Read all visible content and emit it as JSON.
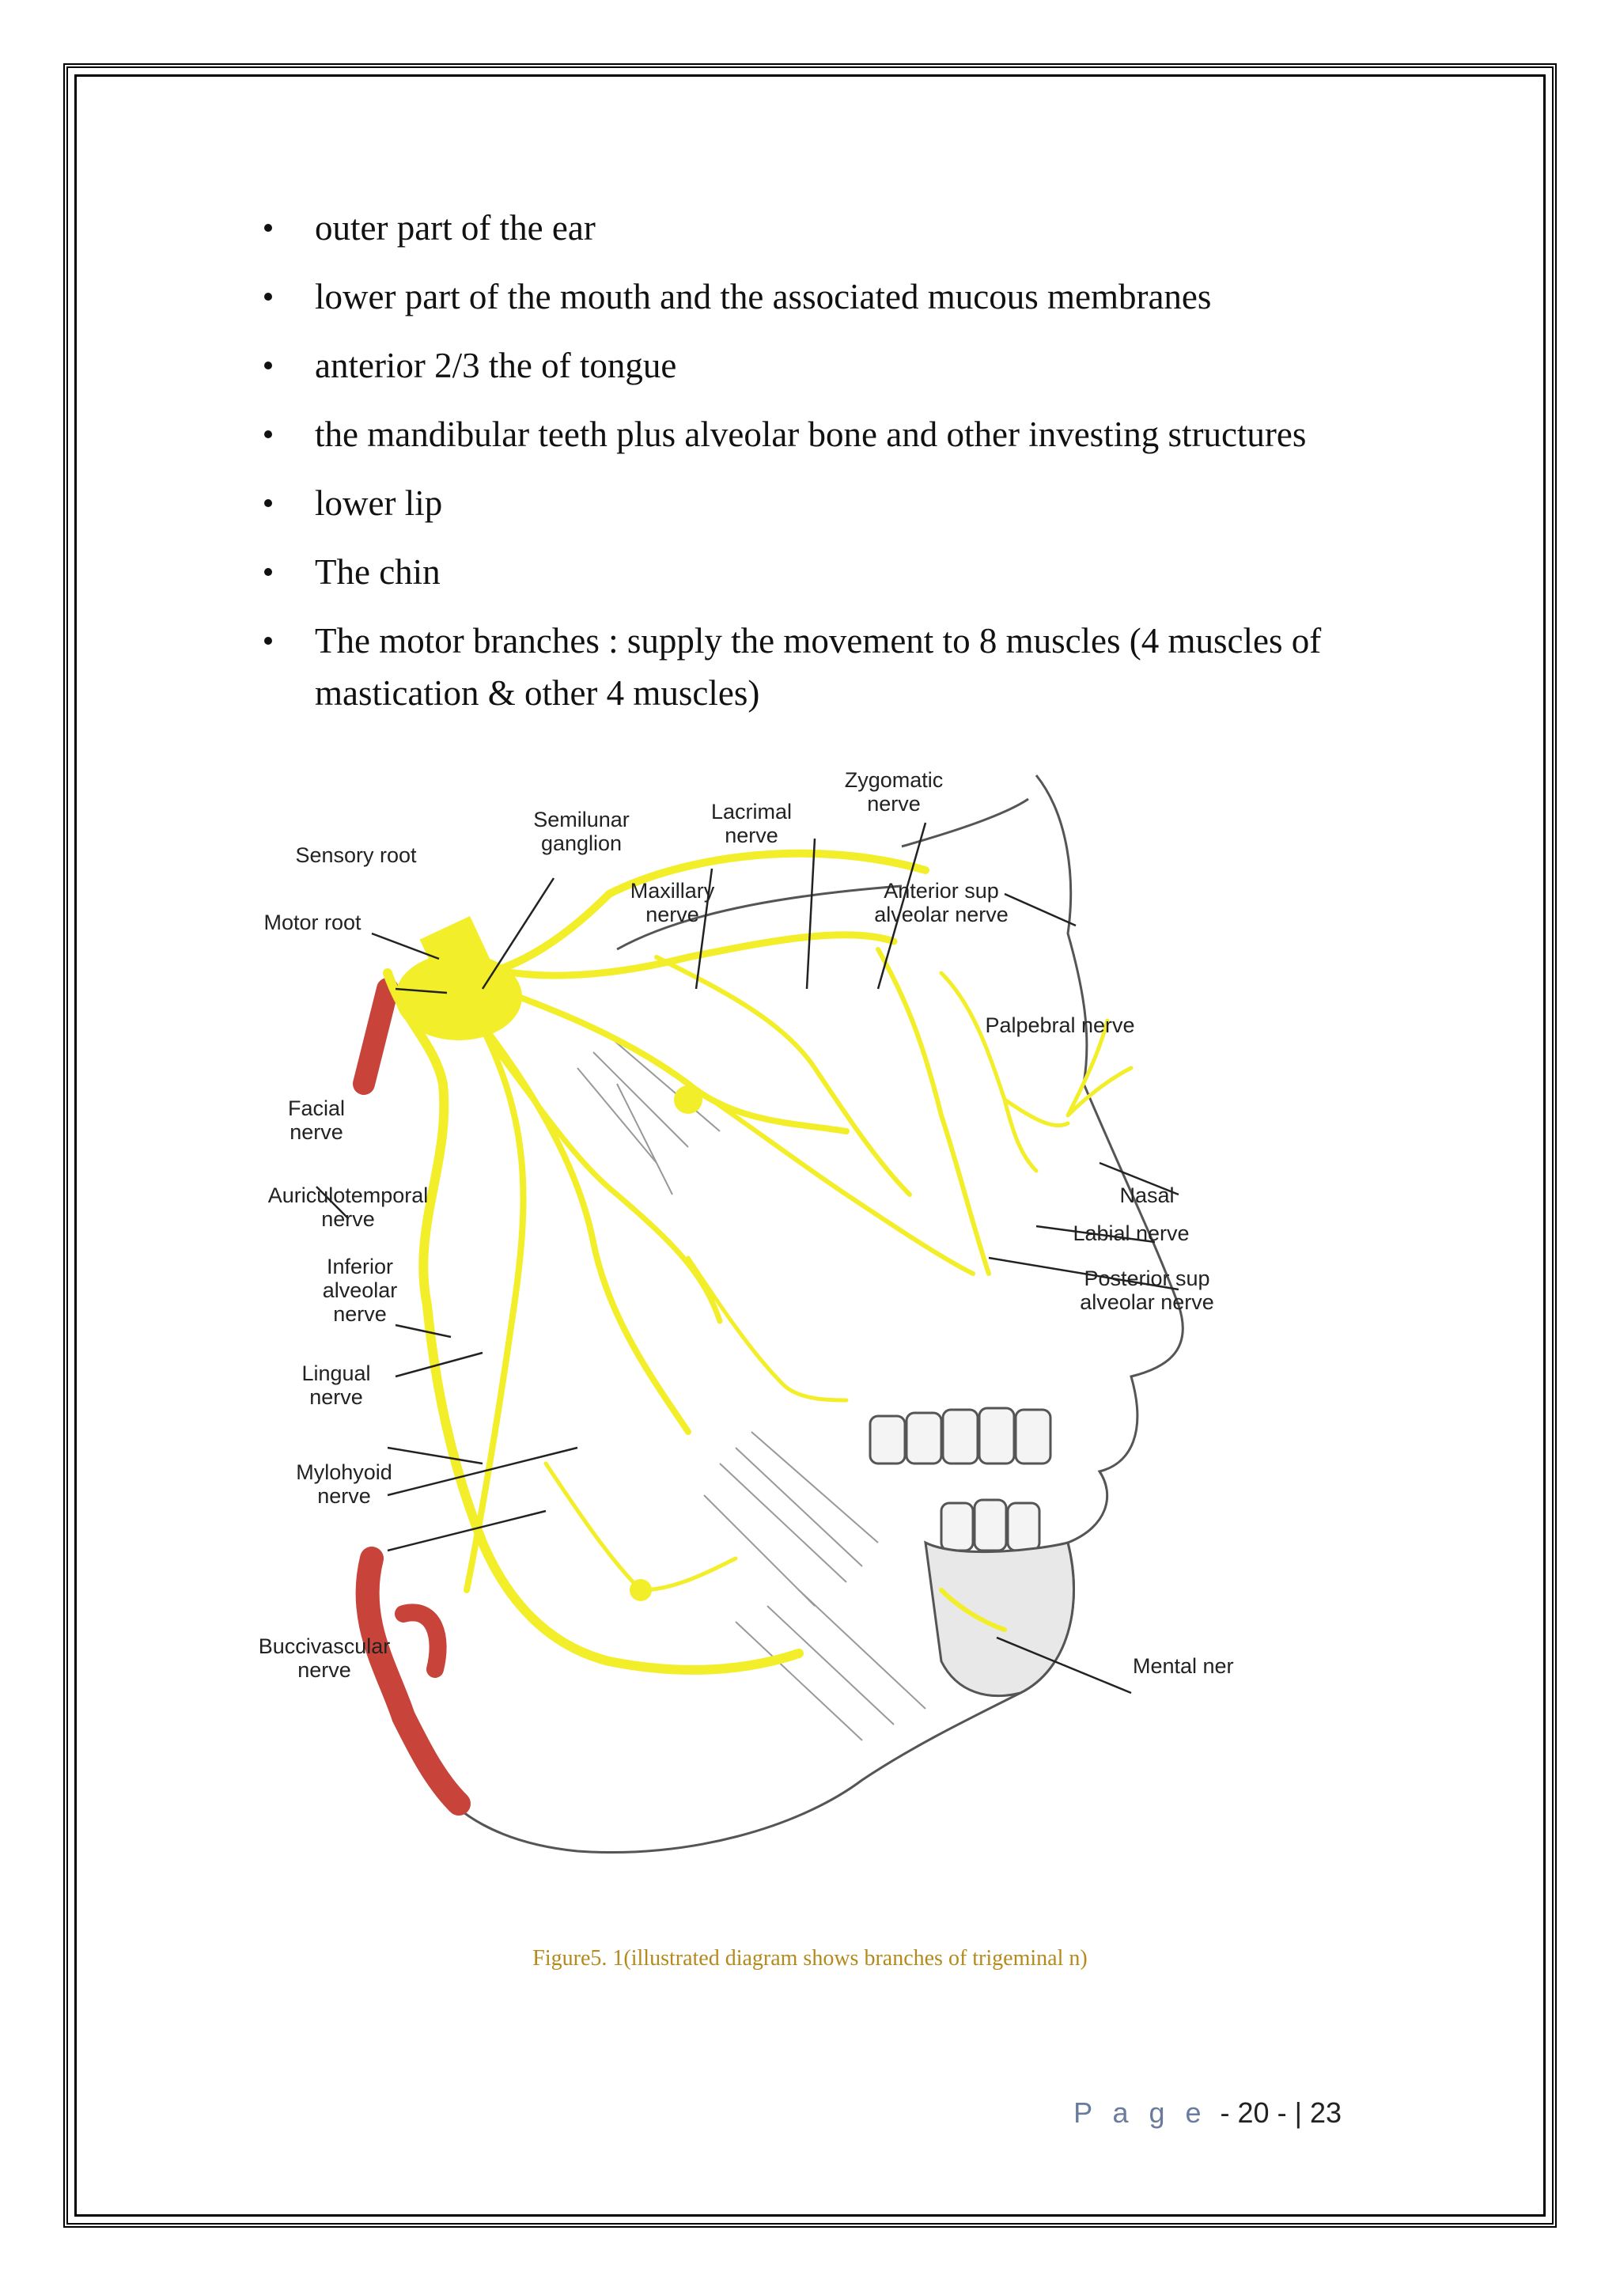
{
  "bullets": [
    "outer part of the ear",
    "lower part of the mouth and the associated mucous membranes",
    "anterior  2/3 the of tongue",
    "the mandibular  teeth plus alveolar  bone and other investing  structures",
    "lower lip",
    "The chin",
    "The motor branches : supply the movement to 8 muscles (4 muscles of mastication  & other 4 muscles)"
  ],
  "figure": {
    "labels": {
      "zygomatic_1": "Zygomatic",
      "zygomatic_2": "nerve",
      "lacrimal_1": "Lacrimal",
      "lacrimal_2": "nerve",
      "semilunar_1": "Semilunar",
      "semilunar_2": "ganglion",
      "sensory_root": "Sensory root",
      "motor_root": "Motor root",
      "maxillary_1": "Maxillary",
      "maxillary_2": "nerve",
      "anterior_sup_1": "Anterior sup",
      "anterior_sup_2": "alveolar nerve",
      "palpebral": "Palpebral nerve",
      "facial_1": "Facial",
      "facial_2": "nerve",
      "nasal": "Nasal",
      "labial": "Labial nerve",
      "auriculotemporal_1": "Auriculotemporal",
      "auriculotemporal_2": "nerve",
      "inferior_1": "Inferior",
      "inferior_2": "alveolar",
      "inferior_3": "nerve",
      "posterior_sup_1": "Posterior sup",
      "posterior_sup_2": "alveolar nerve",
      "lingual_1": "Lingual",
      "lingual_2": "nerve",
      "mylohyoid_1": "Mylohyoid",
      "mylohyoid_2": "nerve",
      "buccivascular_1": "Buccivascular",
      "buccivascular_2": "nerve",
      "mental": "Mental nerve"
    }
  },
  "caption": "Figure5. 1(illustrated diagram  shows branches of trigeminal  n)",
  "footer": {
    "page_word": "P a g e",
    "page_sep": "- 20 -",
    "page_bar": "|",
    "page_total": "23"
  },
  "colors": {
    "nerve": "#f3ee2a",
    "artery": "#c8433a",
    "caption": "#b58a1c",
    "page_word": "#6a7c9b"
  }
}
